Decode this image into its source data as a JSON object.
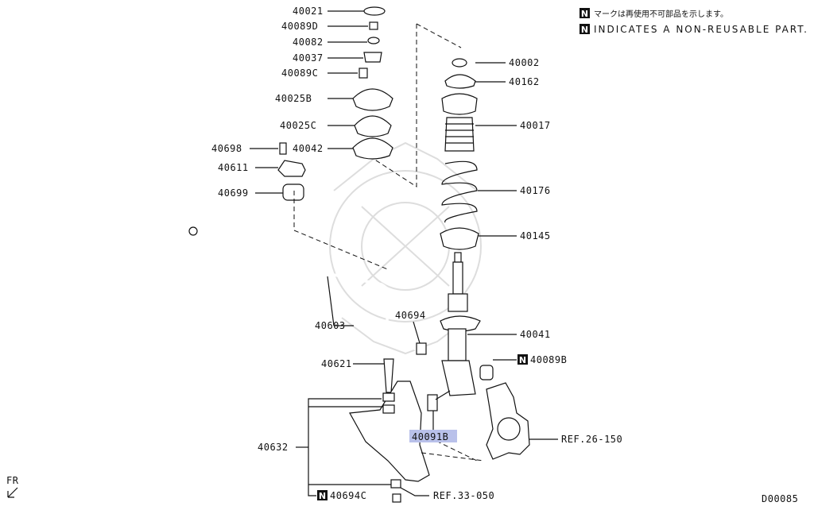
{
  "notice": {
    "badge": "N",
    "japanese": "マークは再使用不可部品を示します。",
    "english": "INDICATES A NON-REUSABLE PART."
  },
  "parts": [
    {
      "code": "40021"
    },
    {
      "code": "40089D"
    },
    {
      "code": "40082"
    },
    {
      "code": "40037"
    },
    {
      "code": "40089C"
    },
    {
      "code": "40025B"
    },
    {
      "code": "40025C"
    },
    {
      "code": "40698"
    },
    {
      "code": "40042"
    },
    {
      "code": "40611"
    },
    {
      "code": "40699"
    },
    {
      "code": "40603"
    },
    {
      "code": "40694"
    },
    {
      "code": "40621"
    },
    {
      "code": "40632"
    },
    {
      "code": "40694C"
    },
    {
      "code": "40002"
    },
    {
      "code": "40162"
    },
    {
      "code": "40017"
    },
    {
      "code": "40176"
    },
    {
      "code": "40145"
    },
    {
      "code": "40041"
    },
    {
      "code": "40089B"
    },
    {
      "code": "40091B"
    }
  ],
  "references": {
    "knuckle": "REF.26-150",
    "lower_arm": "REF.33-050"
  },
  "non_reusable_badge": "N",
  "front_marker": "FR",
  "diagram_id": "D00085"
}
